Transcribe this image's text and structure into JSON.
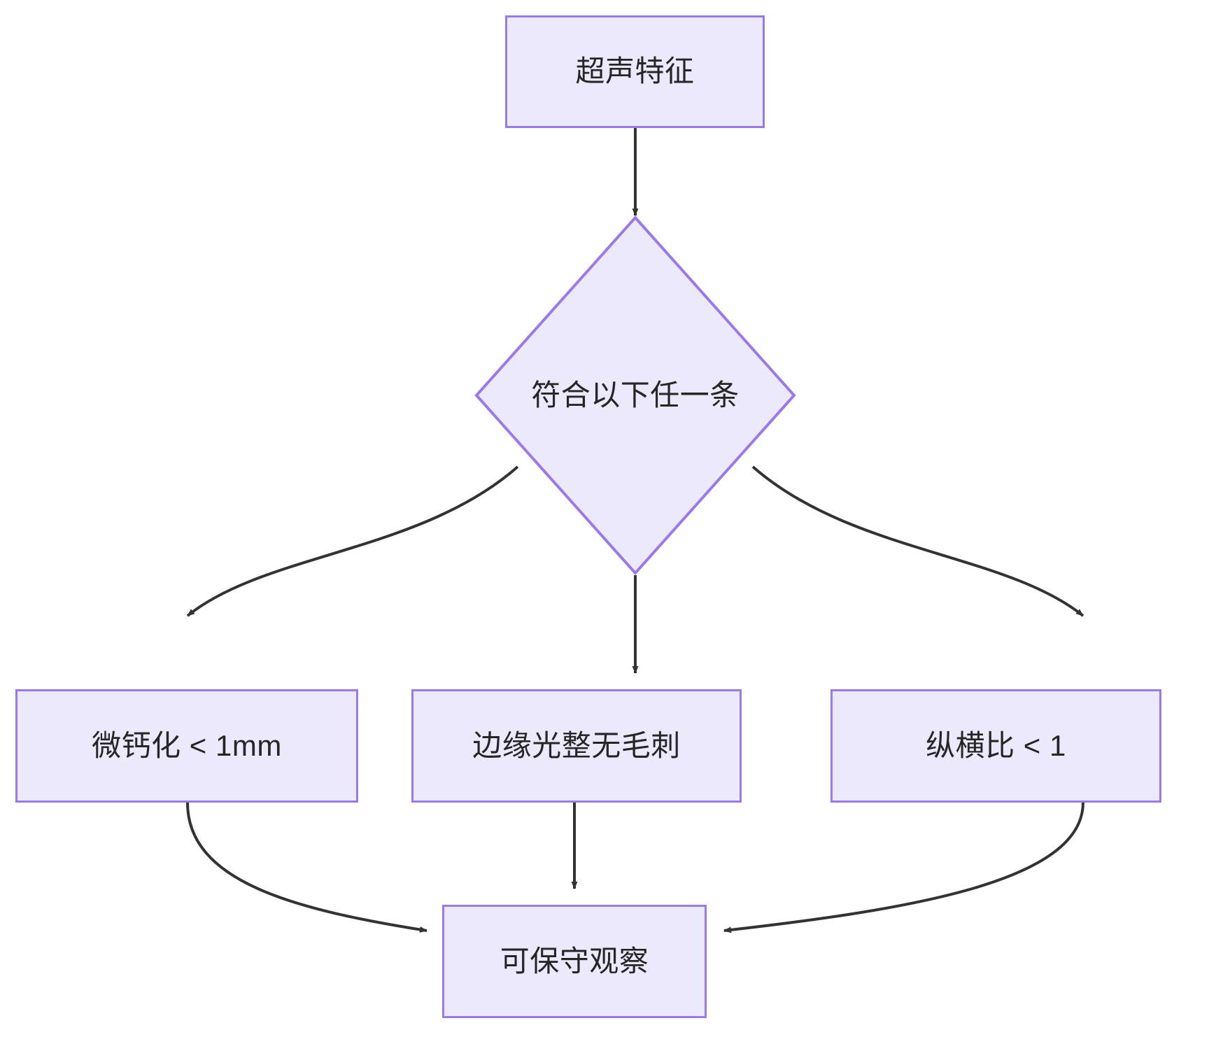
{
  "diagram": {
    "type": "flowchart",
    "direction": "top-down",
    "background_color": "#ffffff",
    "node_fill_color": "#ece9fd",
    "node_border_color": "#9a7ae8",
    "node_text_color": "#262626",
    "edge_color": "#333333",
    "nodes": [
      {
        "id": "start",
        "label": "超声特征",
        "shape": "rectangle"
      },
      {
        "id": "decision",
        "label": "符合以下任一条",
        "shape": "diamond"
      },
      {
        "id": "crit1",
        "label": "微钙化 < 1mm",
        "shape": "rectangle"
      },
      {
        "id": "crit2",
        "label": "边缘光整无毛刺",
        "shape": "rectangle"
      },
      {
        "id": "crit3",
        "label": "纵横比 < 1",
        "shape": "rectangle"
      },
      {
        "id": "result",
        "label": "可保守观察",
        "shape": "rectangle"
      }
    ],
    "edges": [
      {
        "from": "start",
        "to": "decision",
        "label": ""
      },
      {
        "from": "decision",
        "to": "crit1",
        "label": ""
      },
      {
        "from": "decision",
        "to": "crit2",
        "label": ""
      },
      {
        "from": "decision",
        "to": "crit3",
        "label": ""
      },
      {
        "from": "crit1",
        "to": "result",
        "label": ""
      },
      {
        "from": "crit2",
        "to": "result",
        "label": ""
      },
      {
        "from": "crit3",
        "to": "result",
        "label": ""
      }
    ]
  }
}
